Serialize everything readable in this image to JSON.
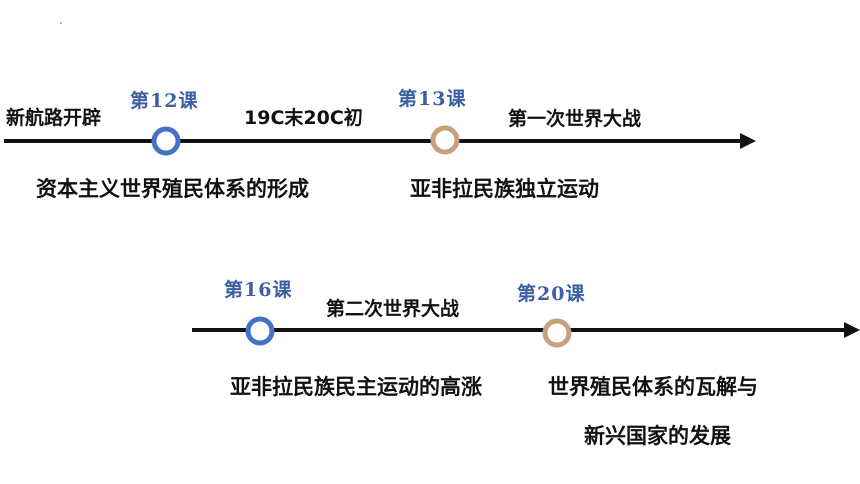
{
  "colors": {
    "line": "#111111",
    "blue": "#4472c4",
    "tan": "#c8a07c",
    "lesson_text": "#3d5fa3",
    "text": "#111111"
  },
  "timeline1": {
    "start_label": "新航路开辟",
    "middle_label": "19C末20C初",
    "end_label": "第一次世界大战",
    "lesson_a": "第12课",
    "lesson_b": "第13课",
    "topic_a": "资本主义世界殖民体系的形成",
    "topic_b": "亚非拉民族独立运动"
  },
  "timeline2": {
    "middle_label": "第二次世界大战",
    "lesson_a": "第16课",
    "lesson_b": "第20课",
    "topic_a": "亚非拉民族民主运动的高涨",
    "topic_b_line1": "世界殖民体系的瓦解与",
    "topic_b_line2": "新兴国家的发展"
  }
}
